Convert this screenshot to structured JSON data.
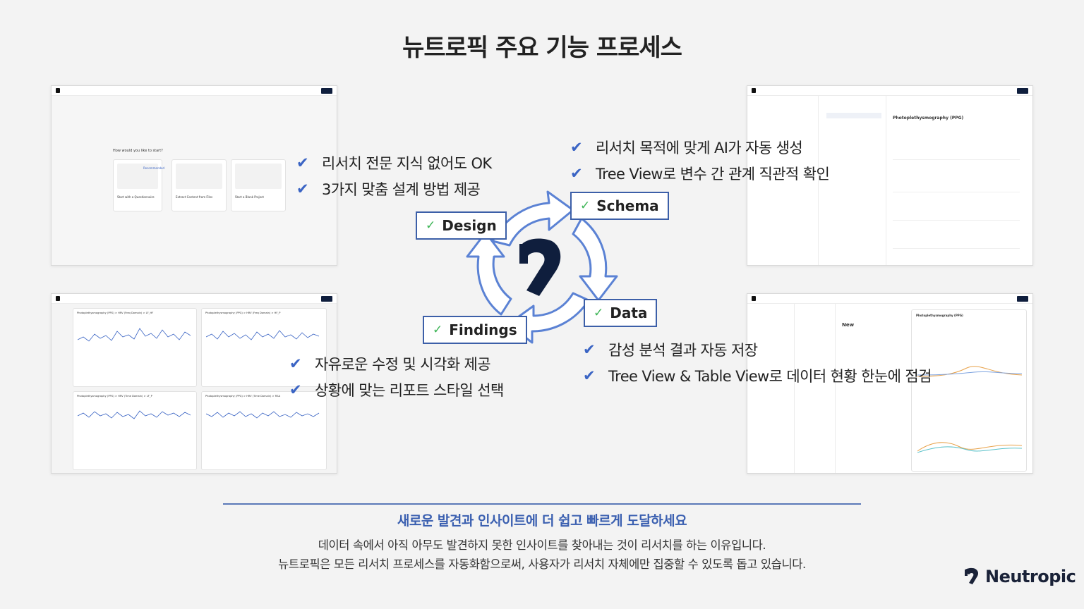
{
  "title": "뉴트로픽 주요 기능 프로세스",
  "stages": {
    "design": "Design",
    "schema": "Schema",
    "data": "Data",
    "findings": "Findings"
  },
  "design_points": [
    "리서치 전문 지식 없어도 OK",
    "3가지 맞춤 설계 방법 제공"
  ],
  "schema_points": [
    "리서치 목적에 맞게 AI가 자동 생성",
    "Tree View로 변수 간 관계 직관적 확인"
  ],
  "data_points": [
    "감성 분석 결과 자동 저장",
    "Tree View & Table View로 데이터 현황 한눈에 점검"
  ],
  "findings_points": [
    "자유로운 수정 및 시각화 제공",
    "상황에 맞는 리포트 스타일 선택"
  ],
  "screens": {
    "design": {
      "question": "How would you like to start?",
      "badge": "Recommended",
      "options": [
        "Start with a Questionnaire",
        "Extract Content from Files",
        "Start a Blank Project"
      ]
    },
    "schema": {
      "title": "Photoplethysmography (PPG)"
    },
    "data": {
      "new": "New",
      "panel_title": "Photoplethysmography (PPG)"
    },
    "findings": {
      "charts": [
        "Photoplethysmography (PPG) > HRV (Freq Domain) > LF_HF",
        "Photoplethysmography (PPG) > HRV (Freq Domain) > HF_P",
        "Photoplethysmography (PPG) > HRV (Time Domain) > LF_P",
        "Photoplethysmography (PPG) > HRV (Time Domain) > RSA"
      ]
    }
  },
  "tagline": "새로운 발견과 인사이트에 더 쉽고 빠르게 도달하세요",
  "description": [
    "데이터 속에서 아직 아무도 발견하지 못한 인사이트를 찾아내는 것이 리서치를 하는 이유입니다.",
    "뉴트로픽은 모든 리서치 프로세스를 자동화함으로써, 사용자가 리서치 자체에만 집중할 수 있도록 돕고 있습니다."
  ],
  "brand": "Neutropic",
  "colors": {
    "accent": "#3a64c4",
    "arrow": "#5b82d4",
    "box_border": "#3c5fa8",
    "check_green": "#3db556",
    "logo_navy": "#0f1e3d"
  }
}
